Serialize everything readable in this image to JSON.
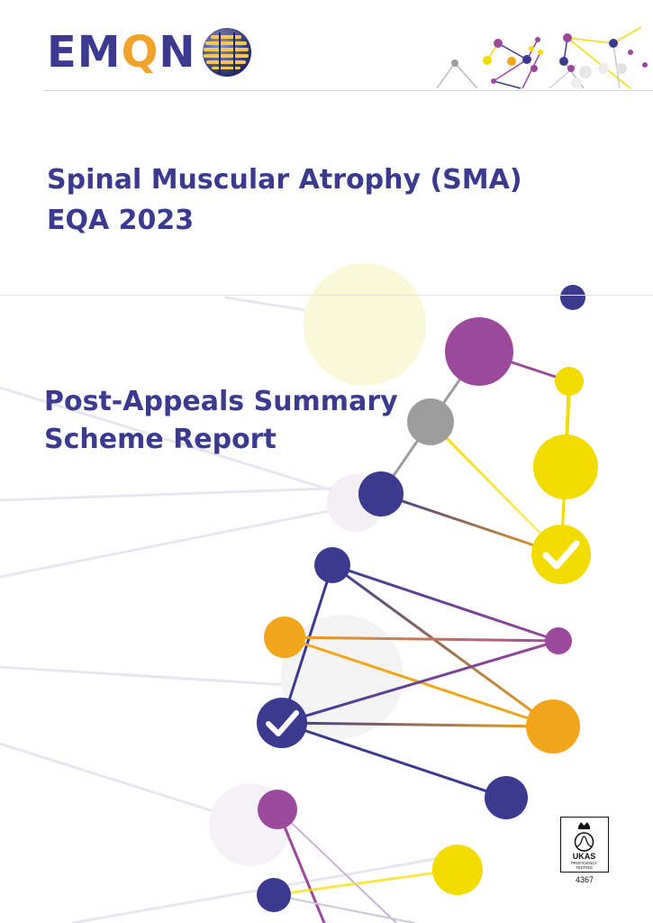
{
  "logo": {
    "letters": [
      {
        "char": "E",
        "color": "#3b3a8f"
      },
      {
        "char": "M",
        "color": "#3b3a8f"
      },
      {
        "char": "Q",
        "color": "#f0a22b"
      },
      {
        "char": "N",
        "color": "#3b3a8f"
      }
    ]
  },
  "title": {
    "line1": "Spinal Muscular Atrophy (SMA)",
    "line2": "EQA 2023"
  },
  "subtitle": {
    "line1": "Post-Appeals Summary",
    "line2": "Scheme Report"
  },
  "ukas": {
    "text": "UKAS",
    "sub1": "PROFICIENCY",
    "sub2": "TESTING",
    "number": "4367"
  },
  "colors": {
    "navy": "#3b3a8f",
    "purple": "#9b4a9b",
    "yellow": "#f2dc00",
    "orange": "#f0a51b",
    "grey": "#9c9c9c"
  }
}
